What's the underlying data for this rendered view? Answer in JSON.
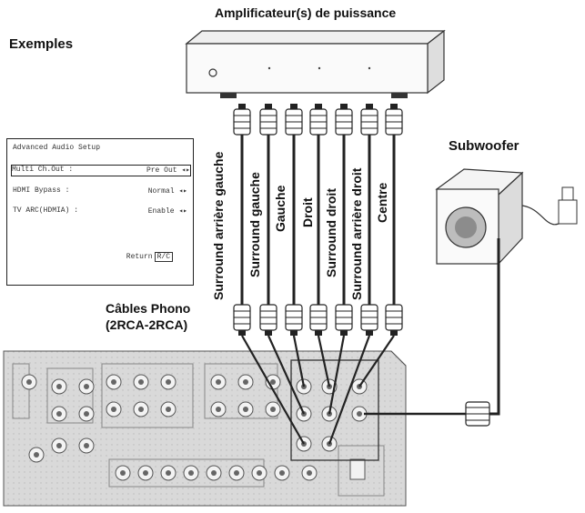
{
  "title": "Amplificateur(s) de puissance",
  "examples_label": "Exemples",
  "subwoofer_label": "Subwoofer",
  "phono_label_line1": "Câbles Phono",
  "phono_label_line2": "(2RCA-2RCA)",
  "cables": [
    {
      "label": "Surround arrière gauche"
    },
    {
      "label": "Surround gauche"
    },
    {
      "label": "Gauche"
    },
    {
      "label": "Droit"
    },
    {
      "label": "Surround droit"
    },
    {
      "label": "Surround arrière droit"
    },
    {
      "label": "Centre"
    }
  ],
  "osd": {
    "header": "Advanced Audio Setup",
    "rows": [
      {
        "label": "Multi Ch.Out  :",
        "value": "Pre Out"
      },
      {
        "label": "HDMI Bypass  :",
        "value": "Normal"
      },
      {
        "label": "TV ARC(HDMIA)  :",
        "value": "Enable"
      }
    ],
    "return_label": "Return",
    "return_key": "R/C"
  }
}
